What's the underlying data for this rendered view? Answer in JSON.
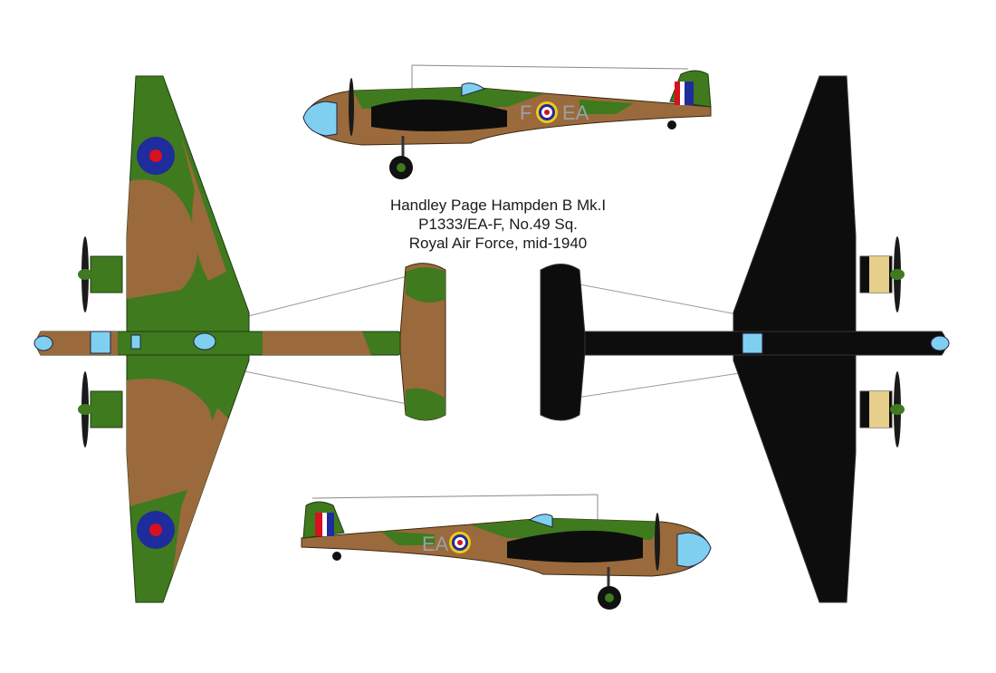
{
  "caption": {
    "line1": "Handley Page Hampden B Mk.I",
    "line2": "P1333/EA-F, No.49 Sq.",
    "line3": "Royal Air Force, mid-1940"
  },
  "markings": {
    "codes_side_upper": [
      "F",
      "EA"
    ],
    "codes_side_lower": [
      "EA"
    ],
    "serial": "P1333"
  },
  "colors": {
    "dark_earth": "#9a6a3c",
    "dark_green": "#3f7a1e",
    "underside_black": "#0d0d0d",
    "canopy_blue": "#7fd0f0",
    "roundel_blue": "#1e2c9c",
    "roundel_red": "#d81020",
    "roundel_yellow": "#f2c81a",
    "fin_flash_red": "#d81020",
    "fin_flash_blue": "#1e2c9c",
    "code_grey": "#9aa0a8",
    "propeller_tip": "#f0d020"
  },
  "views": [
    "side-view-upper",
    "top-view",
    "bottom-view",
    "side-view-lower"
  ]
}
